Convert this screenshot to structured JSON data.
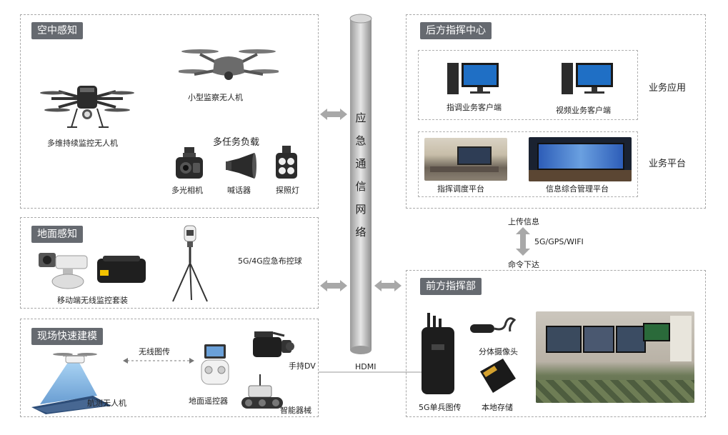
{
  "panels": {
    "aerial": {
      "title": "空中感知",
      "drone_multi": "多维持续监控无人机",
      "drone_small": "小型监察无人机",
      "payload_title": "多任务负载",
      "payloads": [
        "多光相机",
        "喊话器",
        "探照灯"
      ]
    },
    "ground": {
      "title": "地面感知",
      "kit": "移动端无线监控套装",
      "ball": "5G/4G应急布控球"
    },
    "modeling": {
      "title": "现场快速建模",
      "wireless": "无线图传",
      "survey_drone": "航测无人机",
      "remote": "地面遥控器",
      "dv": "手持DV",
      "robot": "智能器械"
    },
    "rear": {
      "title": "后方指挥中心",
      "client_dispatch": "指调业务客户端",
      "client_video": "视频业务客户端",
      "biz_app": "业务应用",
      "platform_dispatch": "指挥调度平台",
      "platform_info": "信息综合管理平台",
      "biz_platform": "业务平台"
    },
    "front": {
      "title": "前方指挥部",
      "single_soldier": "5G单兵图传",
      "split_camera": "分体摄像头",
      "local_storage": "本地存储"
    }
  },
  "network": {
    "pipe_chars": [
      "应",
      "急",
      "通",
      "信",
      "网",
      "络"
    ],
    "upload": "上传信息",
    "download": "命令下达",
    "links": "5G/GPS/WIFI",
    "hdmi": "HDMI"
  }
}
